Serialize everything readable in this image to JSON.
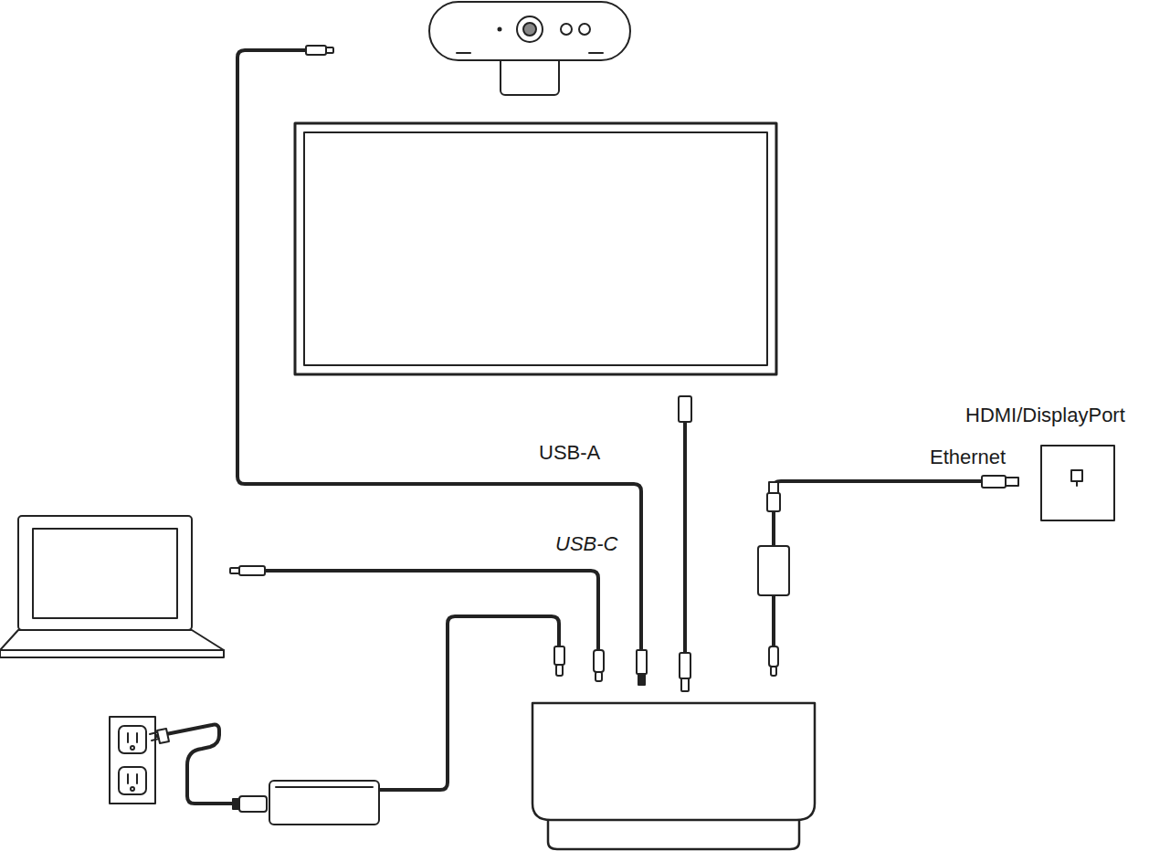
{
  "diagram": {
    "labels": [
      "USB-A",
      "USB-C",
      "HDMI/DisplayPort",
      "Ethernet"
    ]
  }
}
